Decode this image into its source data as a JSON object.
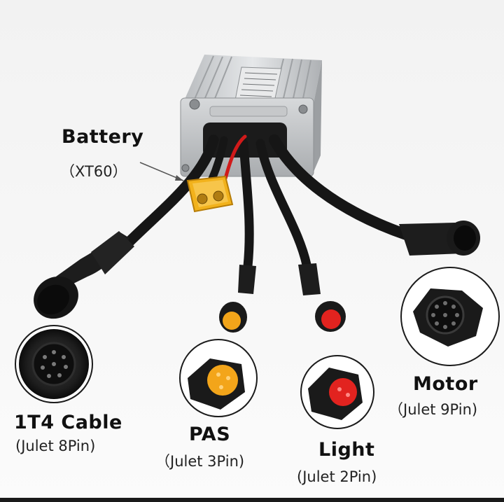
{
  "labels": {
    "battery": {
      "title": "Battery",
      "sub": "（XT60）"
    },
    "cable": {
      "title": "1T4 Cable",
      "sub": "(Julet 8Pin)"
    },
    "pas": {
      "title": "PAS",
      "sub": "（Julet 3Pin)"
    },
    "light": {
      "title": "Light",
      "sub": "(Julet 2Pin)"
    },
    "motor": {
      "title": "Motor",
      "sub": "（Julet 9Pin)"
    }
  },
  "colors": {
    "background": "#ffffff",
    "cable": "#151515",
    "housing": "#c9ccce",
    "xt60": "#f2b21c",
    "pas_connector": "#f3a51a",
    "light_connector": "#e2231f"
  }
}
